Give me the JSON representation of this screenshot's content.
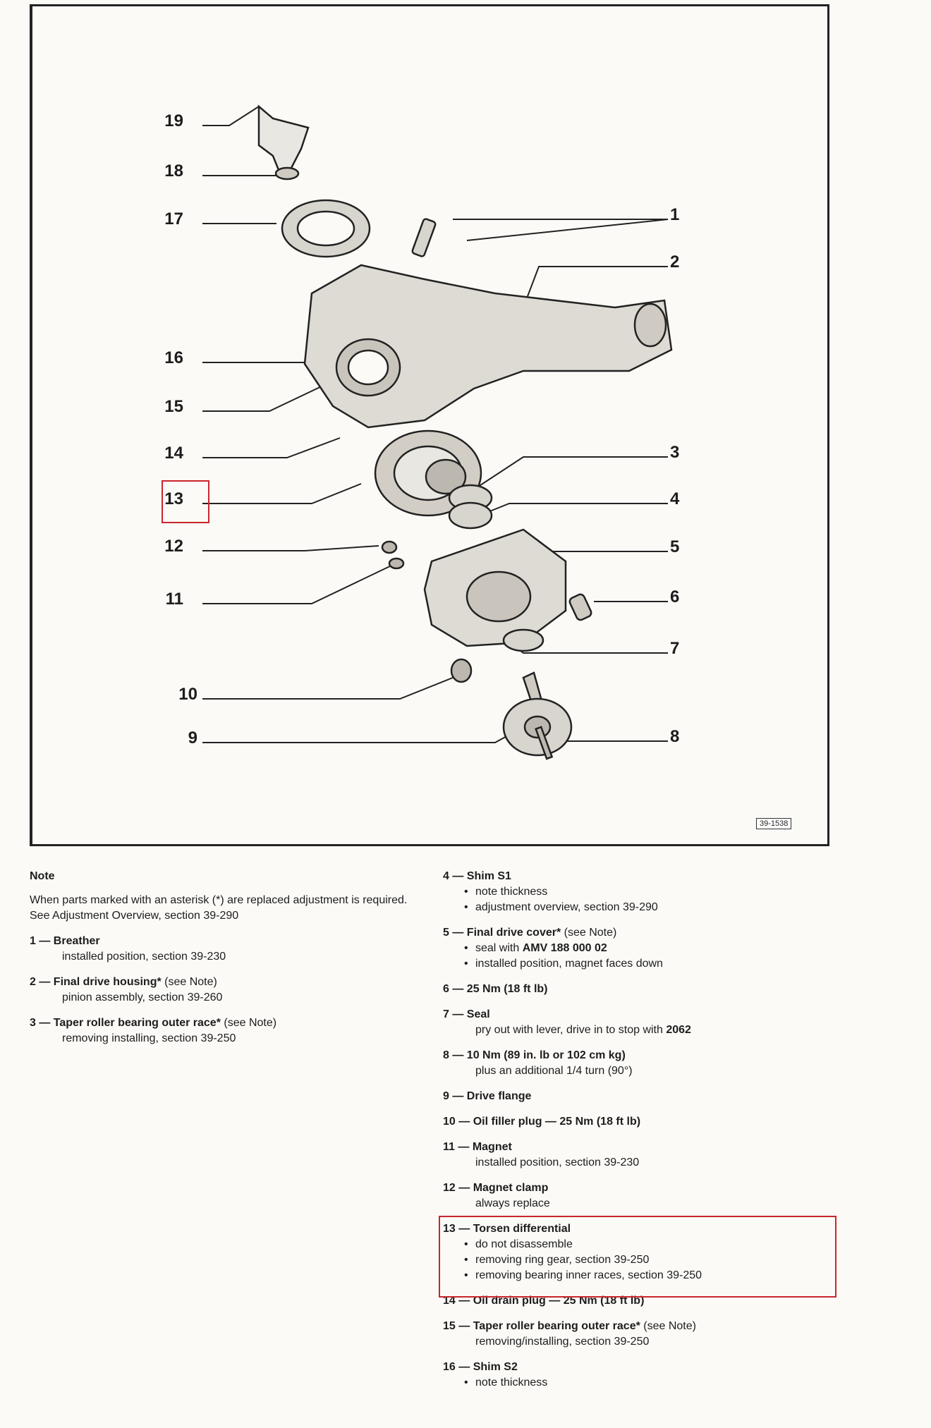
{
  "figure": {
    "callouts_left": [
      "19",
      "18",
      "17",
      "16",
      "15",
      "14",
      "13",
      "12",
      "11",
      "10",
      "9"
    ],
    "callouts_right": [
      "1",
      "2",
      "3",
      "4",
      "5",
      "6",
      "7",
      "8"
    ],
    "ref_code": "39-1538",
    "highlighted_callout": "13"
  },
  "note": {
    "title": "Note",
    "text": "When parts marked with an asterisk (*) are replaced adjustment is required. See Adjustment Overview, section 39-290"
  },
  "left_items": [
    {
      "num": "1 —",
      "title": "Breather",
      "lines": [
        "installed position, section 39-230"
      ]
    },
    {
      "num": "2 —",
      "title": "Final drive housing*",
      "suffix": " (see Note)",
      "lines": [
        "pinion assembly, section 39-260"
      ]
    },
    {
      "num": "3 —",
      "title": "Taper roller bearing outer race*",
      "suffix": " (see Note)",
      "lines": [
        "removing installing, section 39-250"
      ]
    }
  ],
  "right_items": [
    {
      "num": "4 —",
      "title": "Shim S1",
      "bullets": [
        "note thickness",
        "adjustment overview, section 39-290"
      ]
    },
    {
      "num": "5 —",
      "title": "Final drive cover*",
      "suffix": " (see Note)",
      "bullets_rich": [
        {
          "pre": "seal with ",
          "bold": "AMV 188 000 02"
        }
      ],
      "bullets": [
        "installed position, magnet faces down"
      ]
    },
    {
      "num": "6 —",
      "title": "25 Nm (18 ft lb)"
    },
    {
      "num": "7 —",
      "title": "Seal",
      "line_pre": "pry out with lever, drive in to stop with ",
      "line_bold": "2062"
    },
    {
      "num": "8 —",
      "title": "10 Nm (89 in. lb or 102 cm kg)",
      "lines": [
        "plus an additional 1/4 turn (90°)"
      ]
    },
    {
      "num": "9 —",
      "title": "Drive flange"
    },
    {
      "num": "10 —",
      "title": "Oil filler plug — 25 Nm (18 ft lb)"
    },
    {
      "num": "11 —",
      "title": "Magnet",
      "lines": [
        "installed position, section 39-230"
      ]
    },
    {
      "num": "12 —",
      "title": "Magnet clamp",
      "lines": [
        "always replace"
      ]
    },
    {
      "num": "13 —",
      "title": "Torsen differential",
      "bullets": [
        "do not disassemble",
        "removing ring gear, section 39-250",
        "removing bearing inner races, section 39-250"
      ]
    },
    {
      "num": "14 —",
      "title": "Oil drain plug — 25 Nm (18 ft lb)"
    },
    {
      "num": "15 —",
      "title": "Taper roller bearing outer race*",
      "suffix": " (see Note)",
      "lines": [
        "removing/installing, section 39-250"
      ]
    },
    {
      "num": "16 —",
      "title": "Shim S2",
      "bullets": [
        "note thickness"
      ]
    }
  ]
}
